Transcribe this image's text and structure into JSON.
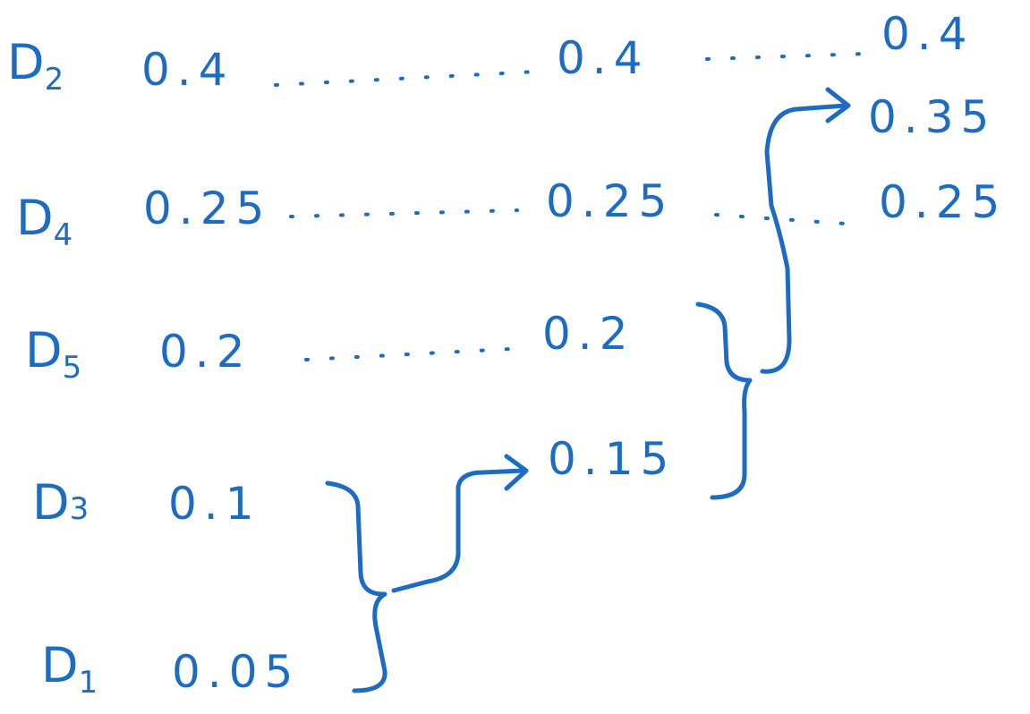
{
  "symbols": [
    {
      "name": "D",
      "sub": "2",
      "prob": "0.4"
    },
    {
      "name": "D",
      "sub": "4",
      "prob": "0.25"
    },
    {
      "name": "D",
      "sub": "5",
      "prob": "0.2"
    },
    {
      "name": "D",
      "sub": "3",
      "prob": "0.1"
    },
    {
      "name": "D",
      "sub": "1",
      "prob": "0.05"
    }
  ],
  "stage2": [
    "0.4",
    "0.25",
    "0.2",
    "0.15"
  ],
  "stage3": [
    "0.4",
    "0.35",
    "0.25"
  ],
  "ink_color": "#1c6cc4"
}
